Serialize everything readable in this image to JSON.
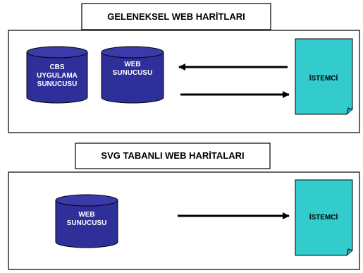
{
  "colors": {
    "cylinder_fill": "#2f2f99",
    "cylinder_top": "#3a3aa8",
    "document_fill": "#33cccc",
    "stroke": "#000000",
    "background": "#ffffff"
  },
  "panels": [
    {
      "title": "GELENEKSEL WEB HARİTLARI",
      "servers": [
        {
          "lines": [
            "CBS",
            "UYGULAMA",
            "SUNUCUSU"
          ]
        },
        {
          "lines": [
            "WEB",
            "SUNUCUSU"
          ]
        }
      ],
      "client": {
        "label": "İSTEMCİ"
      },
      "arrows": [
        "client-to-server",
        "server-to-client"
      ]
    },
    {
      "title": "SVG TABANLI WEB HARİTALARI",
      "servers": [
        {
          "lines": [
            "WEB",
            "SUNUCUSU"
          ]
        }
      ],
      "client": {
        "label": "İSTEMCİ"
      },
      "arrows": [
        "server-to-client"
      ]
    }
  ]
}
